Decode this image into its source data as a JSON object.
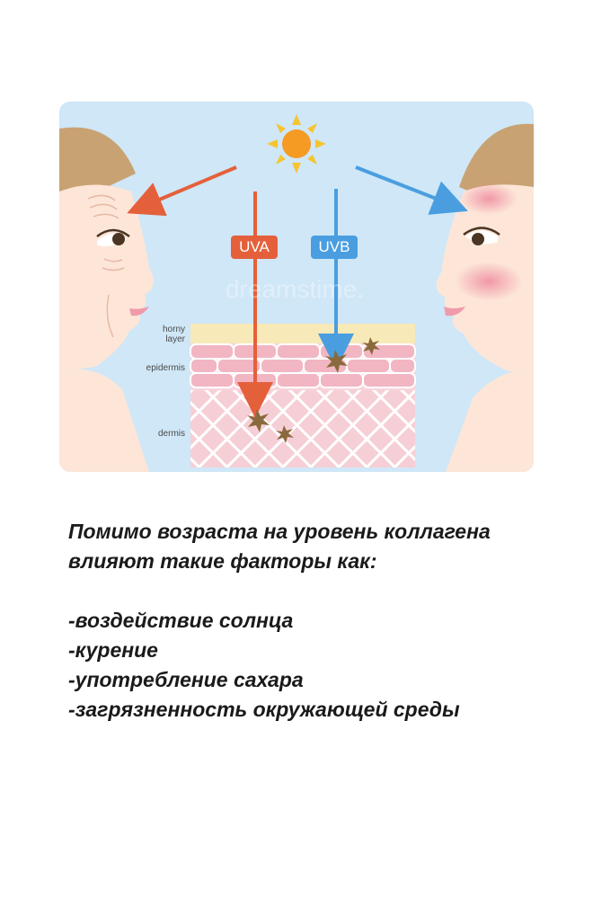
{
  "illustration": {
    "uva_label": "UVA",
    "uvb_label": "UVB",
    "layers": {
      "horny_layer": "horny\nlayer",
      "epidermis": "epidermis",
      "dermis": "dermis"
    },
    "watermark": "dreamstime",
    "colors": {
      "background": "#cfe7f7",
      "uva": "#e4603b",
      "uvb": "#4a9ee0",
      "sun": "#f59a23",
      "skin": "#fde6d8",
      "hair": "#c9a273"
    }
  },
  "text": {
    "intro_line1": "Помимо возраста на уровень коллагена",
    "intro_line2": "влияют такие факторы как:",
    "factors": [
      "-воздействие солнца",
      "-курение",
      "-употребление сахара",
      "-загрязненность окружающей среды"
    ]
  }
}
